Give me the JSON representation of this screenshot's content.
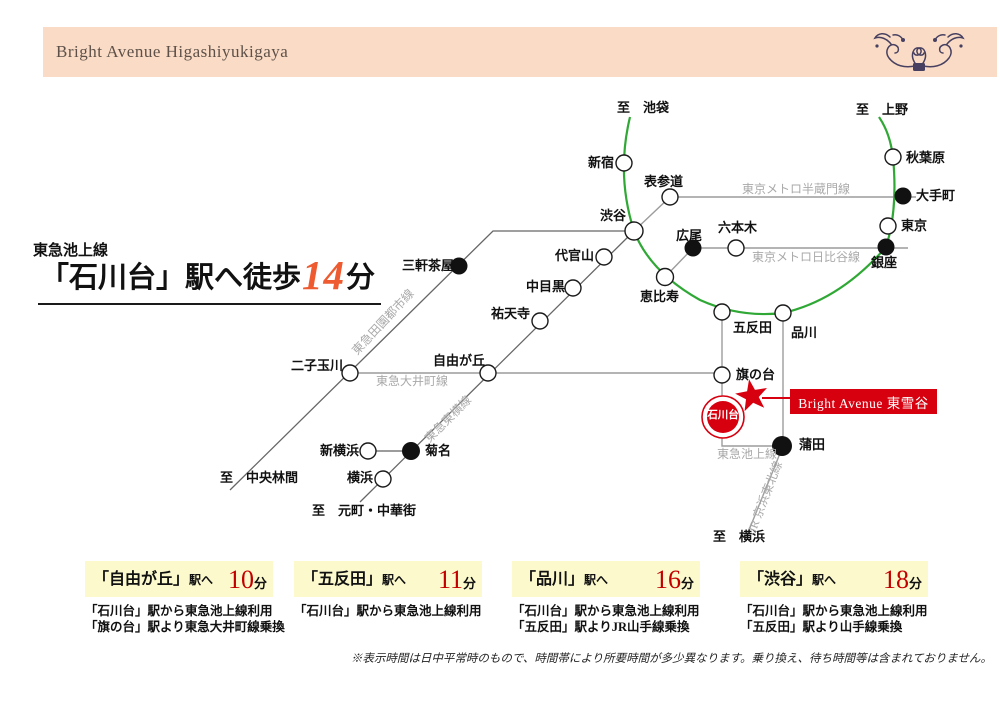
{
  "header": {
    "title": "Bright Avenue Higashiyukigaya"
  },
  "walk": {
    "line": "東急池上線",
    "pre": "「石川台」駅へ徒歩",
    "minutes": "14",
    "unit": "分"
  },
  "map": {
    "terminals": {
      "ikebukuro": "至　池袋",
      "ueno": "至　上野",
      "chuorinkan": "至　中央林間",
      "motomachi": "至　元町・中華街",
      "yokohama_end": "至　横浜"
    },
    "stations": {
      "shinjuku": "新宿",
      "omotesando": "表参道",
      "shibuya": "渋谷",
      "akihabara": "秋葉原",
      "otemachi": "大手町",
      "tokyo": "東京",
      "ginza": "銀座",
      "hiroo": "広尾",
      "roppongi": "六本木",
      "daikanyama": "代官山",
      "nakameguro": "中目黒",
      "ebisu": "恵比寿",
      "yutenji": "祐天寺",
      "gotanda": "五反田",
      "shinagawa": "品川",
      "sangenjaya": "三軒茶屋",
      "futakotamagawa": "二子玉川",
      "jiyugaoka": "自由が丘",
      "hatanodai": "旗の台",
      "ishikawadai": "石川台",
      "kamata": "蒲田",
      "kikuna": "菊名",
      "shinyokohama": "新横浜",
      "yokohama": "横浜"
    },
    "lines": {
      "hanzomon": "東京メトロ半蔵門線",
      "hibiya": "東京メトロ日比谷線",
      "denentoshi": "東急田園都市線",
      "oimachi": "東急大井町線",
      "toyoko": "東急東横線",
      "ikegami": "東急池上線",
      "keihintohoku": "JR 京浜東北線"
    },
    "property": {
      "label": "Bright Avenue 東雪谷"
    }
  },
  "access": [
    {
      "station": "「自由が丘」",
      "suffix": "駅へ",
      "minutes": "10",
      "unit": "分",
      "notes": [
        "「石川台」駅から東急池上線利用",
        "「旗の台」駅より東急大井町線乗換"
      ]
    },
    {
      "station": "「五反田」",
      "suffix": "駅へ",
      "minutes": "11",
      "unit": "分",
      "notes": [
        "「石川台」駅から東急池上線利用"
      ]
    },
    {
      "station": "「品川」",
      "suffix": "駅へ",
      "minutes": "16",
      "unit": "分",
      "notes": [
        "「石川台」駅から東急池上線利用",
        "「五反田」駅よりJR山手線乗換"
      ]
    },
    {
      "station": "「渋谷」",
      "suffix": "駅へ",
      "minutes": "18",
      "unit": "分",
      "notes": [
        "「石川台」駅から東急池上線利用",
        "「五反田」駅より山手線乗換"
      ]
    }
  ],
  "footnote": "※表示時間は日中平常時のもので、時間帯により所要時間が多少異なります。乗り換え、待ち時間等は含まれておりません。",
  "colors": {
    "header_bg": "#fadcc6",
    "accent_red": "#d7000f",
    "minutes_red": "#c30000",
    "walk_orange": "#ee5b30",
    "yamanote_green": "#2fa835",
    "box_yellow": "#fcfacd"
  }
}
